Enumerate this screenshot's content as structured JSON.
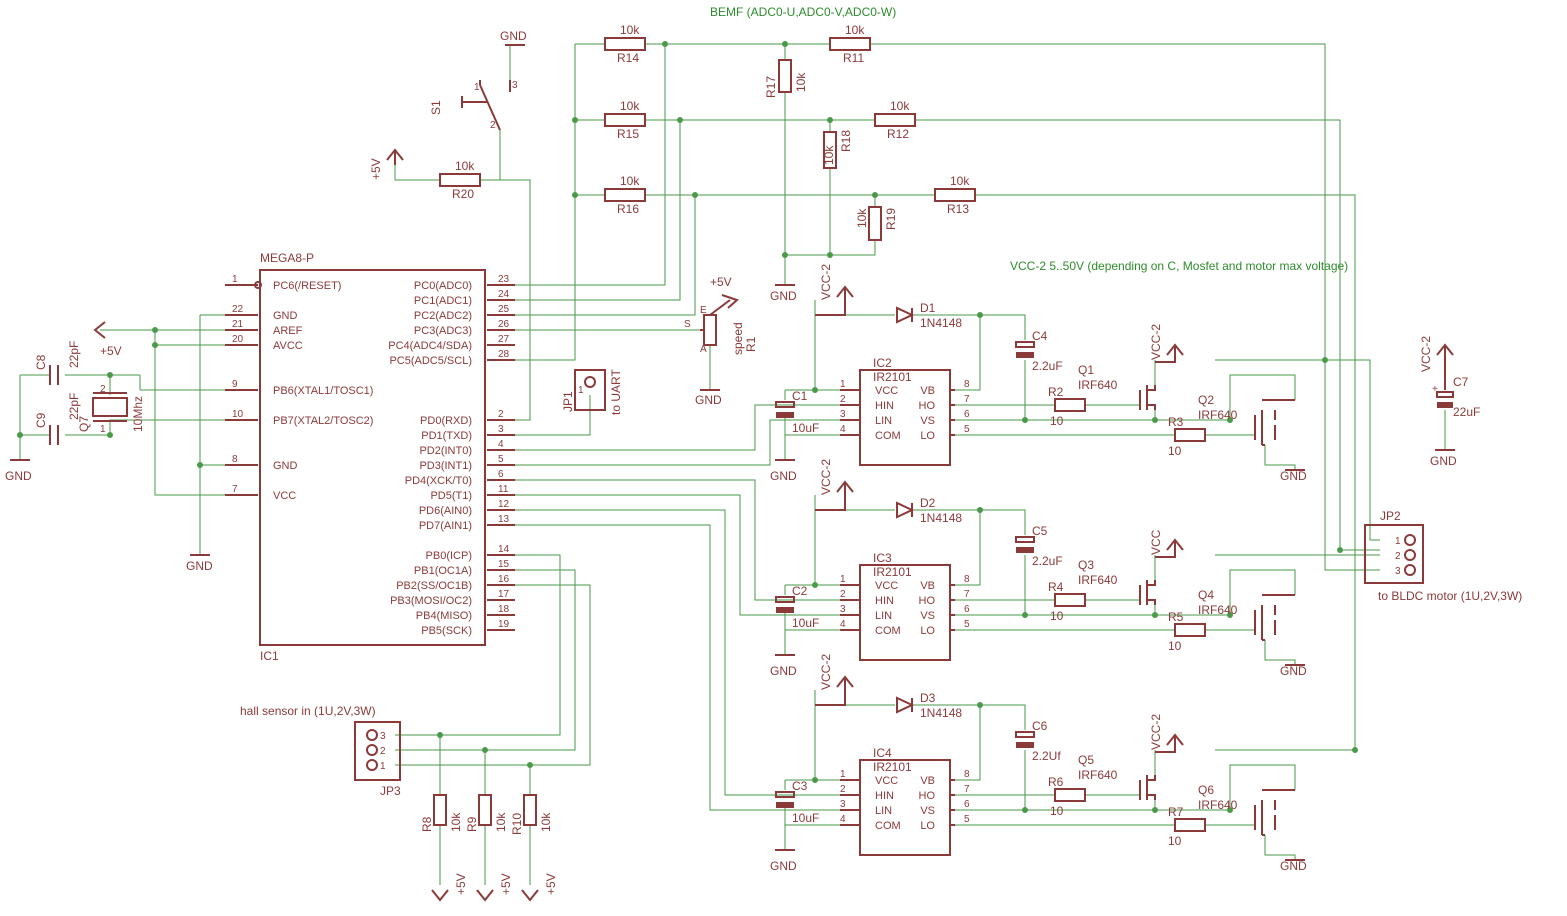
{
  "notes": {
    "bemf": "BEMF (ADC0-U,ADC0-V,ADC0-W)",
    "vcc2": "VCC-2 5..50V (depending on C, Mosfet and motor max voltage)"
  },
  "supply": {
    "gnd": "GND",
    "p5v": "+5V",
    "vcc": "VCC",
    "vcc2": "VCC-2"
  },
  "mcu": {
    "name": "MEGA8-P",
    "ref": "IC1",
    "left": [
      {
        "num": "1",
        "label": "PC6(/RESET)"
      },
      {
        "num": "22",
        "label": "GND"
      },
      {
        "num": "21",
        "label": "AREF"
      },
      {
        "num": "20",
        "label": "AVCC"
      },
      {
        "num": "9",
        "label": "PB6(XTAL1/TOSC1)"
      },
      {
        "num": "10",
        "label": "PB7(XTAL2/TOSC2)"
      },
      {
        "num": "8",
        "label": "GND"
      },
      {
        "num": "7",
        "label": "VCC"
      }
    ],
    "right": [
      {
        "num": "23",
        "label": "PC0(ADC0)"
      },
      {
        "num": "24",
        "label": "PC1(ADC1)"
      },
      {
        "num": "25",
        "label": "PC2(ADC2)"
      },
      {
        "num": "26",
        "label": "PC3(ADC3)"
      },
      {
        "num": "27",
        "label": "PC4(ADC4/SDA)"
      },
      {
        "num": "28",
        "label": "PC5(ADC5/SCL)"
      },
      {
        "num": "2",
        "label": "PD0(RXD)"
      },
      {
        "num": "3",
        "label": "PD1(TXD)"
      },
      {
        "num": "4",
        "label": "PD2(INT0)"
      },
      {
        "num": "5",
        "label": "PD3(INT1)"
      },
      {
        "num": "6",
        "label": "PD4(XCK/T0)"
      },
      {
        "num": "11",
        "label": "PD5(T1)"
      },
      {
        "num": "12",
        "label": "PD6(AIN0)"
      },
      {
        "num": "13",
        "label": "PD7(AIN1)"
      },
      {
        "num": "14",
        "label": "PB0(ICP)"
      },
      {
        "num": "15",
        "label": "PB1(OC1A)"
      },
      {
        "num": "16",
        "label": "PB2(SS/OC1B)"
      },
      {
        "num": "17",
        "label": "PB3(MOSI/OC2)"
      },
      {
        "num": "18",
        "label": "PB4(MISO)"
      },
      {
        "num": "19",
        "label": "PB5(SCK)"
      }
    ]
  },
  "drivers": {
    "left_labels": [
      "VCC",
      "HIN",
      "LIN",
      "COM"
    ],
    "right_labels": [
      "VB",
      "HO",
      "VS",
      "LO"
    ],
    "left_nums": [
      "1",
      "2",
      "3",
      "4"
    ],
    "right_nums": [
      "8",
      "7",
      "6",
      "5"
    ],
    "ic_value": "IR2101",
    "diode_value": "1N4148",
    "cap_value": "10uF",
    "mosfet_value": "IRF640",
    "gate_res": "10",
    "items": [
      {
        "ic": "IC2",
        "diode": "D1",
        "cap": "C1",
        "boot_cap": "C4",
        "boot_val": "2.2uF",
        "rh": "R2",
        "rl": "R3",
        "qh": "Q1",
        "ql": "Q2",
        "qh_supply": "VCC-2"
      },
      {
        "ic": "IC3",
        "diode": "D2",
        "cap": "C2",
        "boot_cap": "C5",
        "boot_val": "2.2uF",
        "rh": "R4",
        "rl": "R5",
        "qh": "Q3",
        "ql": "Q4",
        "qh_supply": "VCC"
      },
      {
        "ic": "IC4",
        "diode": "D3",
        "cap": "C3",
        "boot_cap": "C6",
        "boot_val": "2.2Uf",
        "rh": "R6",
        "rl": "R7",
        "qh": "Q5",
        "ql": "Q6",
        "qh_supply": "VCC-2"
      }
    ]
  },
  "resistors": {
    "r14": {
      "ref": "R14",
      "val": "10k"
    },
    "r15": {
      "ref": "R15",
      "val": "10k"
    },
    "r16": {
      "ref": "R16",
      "val": "10k"
    },
    "r11": {
      "ref": "R11",
      "val": "10k"
    },
    "r12": {
      "ref": "R12",
      "val": "10k"
    },
    "r13": {
      "ref": "R13",
      "val": "10k"
    },
    "r17": {
      "ref": "R17",
      "val": "10k"
    },
    "r18": {
      "ref": "R18",
      "val": "10k"
    },
    "r19": {
      "ref": "R19",
      "val": "10k"
    },
    "r20": {
      "ref": "R20",
      "val": "10k"
    },
    "r8": {
      "ref": "R8",
      "val": "10k"
    },
    "r9": {
      "ref": "R9",
      "val": "10k"
    },
    "r10": {
      "ref": "R10",
      "val": "10k"
    }
  },
  "switch": {
    "ref": "S1",
    "p1": "1",
    "p2": "2",
    "p3": "3"
  },
  "pot": {
    "ref": "R1",
    "name": "speed",
    "e": "E",
    "a": "A",
    "s": "S"
  },
  "crystal": {
    "ref": "Q7",
    "val": "10Mhz",
    "p1": "1",
    "p2": "2"
  },
  "caps": {
    "c8": {
      "ref": "C8",
      "val": "22pF"
    },
    "c9": {
      "ref": "C9",
      "val": "22pF"
    },
    "c7": {
      "ref": "C7",
      "val": "22uF"
    }
  },
  "connectors": {
    "jp1": {
      "ref": "JP1",
      "label": "to UART",
      "pin": "1"
    },
    "jp2": {
      "ref": "JP2",
      "label": "to BLDC motor (1U,2V,3W)",
      "pins": [
        "1",
        "2",
        "3"
      ]
    },
    "jp3": {
      "ref": "JP3",
      "label": "hall sensor in (1U,2V,3W)",
      "pins": [
        "3",
        "2",
        "1"
      ]
    }
  }
}
